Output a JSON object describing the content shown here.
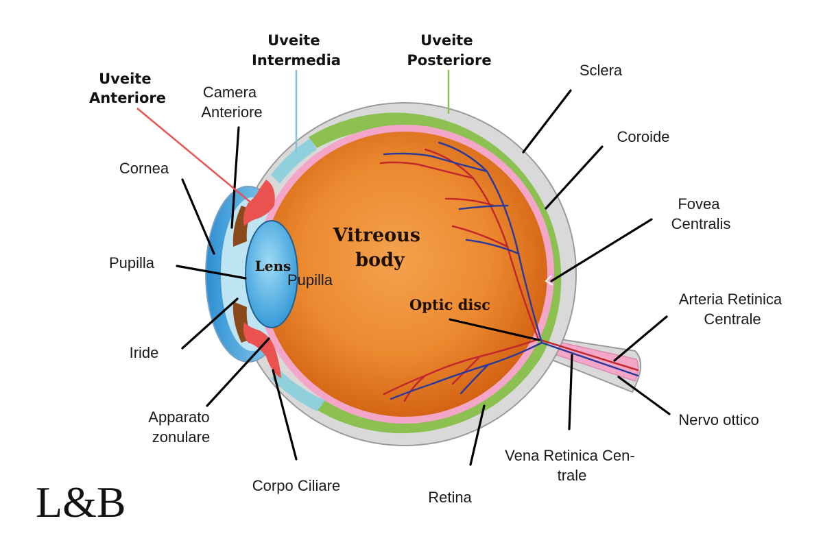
{
  "labels": {
    "uveite_anteriore": [
      "Uveite",
      "Anteriore"
    ],
    "uveite_intermedia": [
      "Uveite",
      "Intermedia"
    ],
    "uveite_posteriore": [
      "Uveite",
      "Posteriore"
    ],
    "camera_anteriore": [
      "Camera",
      "Anteriore"
    ],
    "sclera": "Sclera",
    "coroide": "Coroide",
    "cornea": "Cornea",
    "fovea_centralis": [
      "Fovea",
      "Centralis"
    ],
    "pupilla_left": "Pupilla",
    "pupilla_center": "Pupilla",
    "lens": "Lens",
    "vitreous_body": [
      "Vitreous",
      "body"
    ],
    "optic_disc": "Optic disc",
    "arteria_retinica_centrale": [
      "Arteria Retinica",
      "Centrale"
    ],
    "iride": "Iride",
    "nervo_ottico": "Nervo ottico",
    "apparato_zonulare": [
      "Apparato",
      "zonulare"
    ],
    "vena_retinica_centrale": [
      "Vena Retinica Cen-",
      "trale"
    ],
    "corpo_ciliare": "Corpo Ciliare",
    "retina": "Retina"
  },
  "logo": "L&B",
  "colors": {
    "uveite_anteriore": "#e9524f",
    "uveite_intermedia": "#7cc6d4",
    "uveite_posteriore": "#8cc152",
    "sclera": "#d9d9d9",
    "retina": "#f4a6c8",
    "vitreous": "#e97e1c",
    "lens": "#4fb3e6",
    "vessel_artery": "#c1272d",
    "vessel_vein": "#2b3a9a"
  }
}
